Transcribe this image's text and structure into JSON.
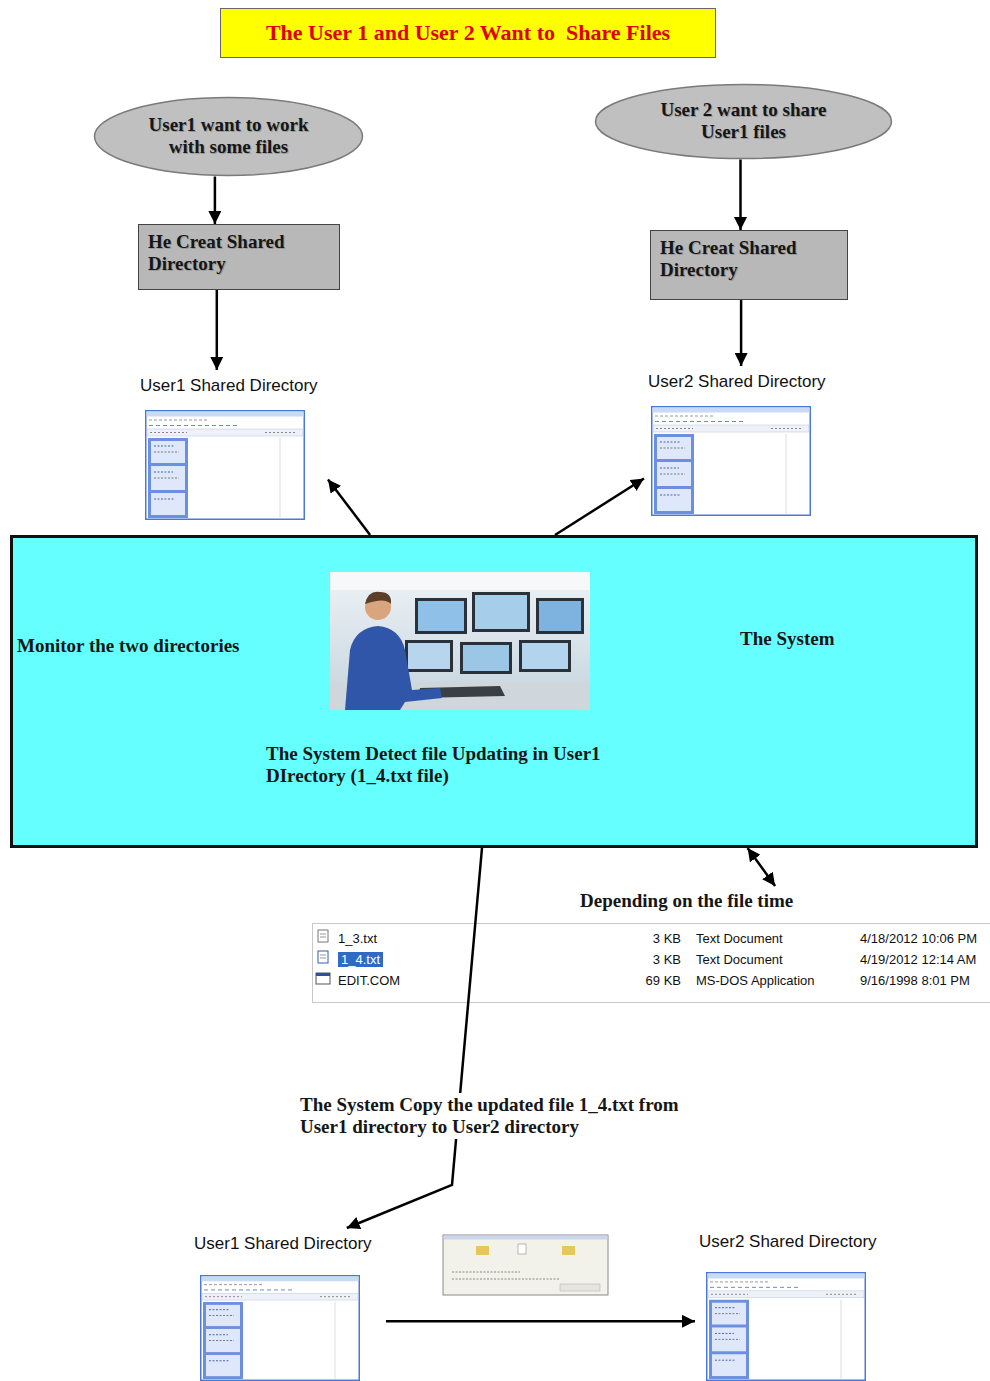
{
  "diagram": {
    "title": "The User 1 and User 2 Want to  Share Files",
    "nodes": [
      {
        "text": [
          "User1 want to work with some files"
        ]
      },
      {
        "text": [
          "User 2 want to share User1 files"
        ]
      },
      {
        "text": [
          "He Creat Shared Directory"
        ]
      },
      {
        "text": [
          "He Creat Shared Directory"
        ]
      },
      {
        "text": [
          "User1 Shared Directory"
        ]
      },
      {
        "text": [
          "User2 Shared Directory"
        ]
      },
      {
        "text": [
          "Monitor the two directories",
          "The System",
          "The System Detect file Updating in User1 DIrectory (1_4.txt file)"
        ]
      },
      {
        "text": [
          "Depending on the file time",
          "1_3.txt",
          "3 KB",
          "Text Document",
          "4/18/2012 10:06 PM",
          "1_4.txt",
          "3 KB",
          "Text Document",
          "4/19/2012 12:14 AM",
          "EDIT.COM",
          "69 KB",
          "MS-DOS Application",
          "9/16/1998 8:01 PM"
        ]
      },
      {
        "text": [
          "User1 Shared Directory"
        ]
      },
      {
        "text": [
          "User2 Shared Directory"
        ]
      }
    ],
    "edges": [
      {
        "from": 0,
        "to": 2,
        "arrow": "to"
      },
      {
        "from": 2,
        "to": 4,
        "arrow": "to"
      },
      {
        "from": 1,
        "to": 3,
        "arrow": "to"
      },
      {
        "from": 3,
        "to": 5,
        "arrow": "to"
      },
      {
        "from": 6,
        "to": 4,
        "arrow": "to"
      },
      {
        "from": 6,
        "to": 5,
        "arrow": "to"
      },
      {
        "from": 6,
        "to": 7,
        "arrow": "both"
      },
      {
        "from": 6,
        "to": 8,
        "arrow": "to",
        "label": "The System Copy the updated file 1_4.txt from User1 directory to User2 directory"
      },
      {
        "from": 8,
        "to": 9,
        "arrow": "to"
      }
    ]
  }
}
